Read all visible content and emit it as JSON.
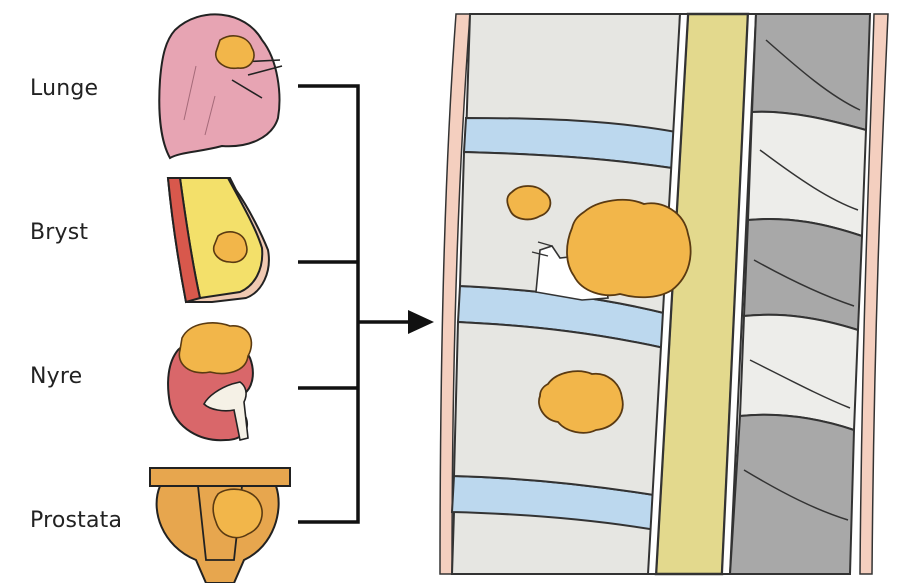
{
  "labels": {
    "lung": "Lunge",
    "breast": "Bryst",
    "kidney": "Nyre",
    "prostate": "Prostata"
  },
  "colors": {
    "tumor": "#F2B64A",
    "tumor_stroke": "#5a3a12",
    "lung": "#E7A4B3",
    "breast_fat": "#F3E06A",
    "breast_skin": "#F0C9B2",
    "breast_muscle": "#D8584C",
    "kidney": "#D9676A",
    "prostate": "#E7A64E",
    "vertebra": "#E6E6E2",
    "disc": "#BCD8EE",
    "spinal_cord": "#E3D98D",
    "posterior_gray": "#A8A8A8",
    "skin_edge": "#F4CFBF"
  },
  "icons": [
    "lung-icon",
    "breast-icon",
    "kidney-icon",
    "prostate-icon",
    "spine-illustration",
    "arrow-right-icon"
  ]
}
